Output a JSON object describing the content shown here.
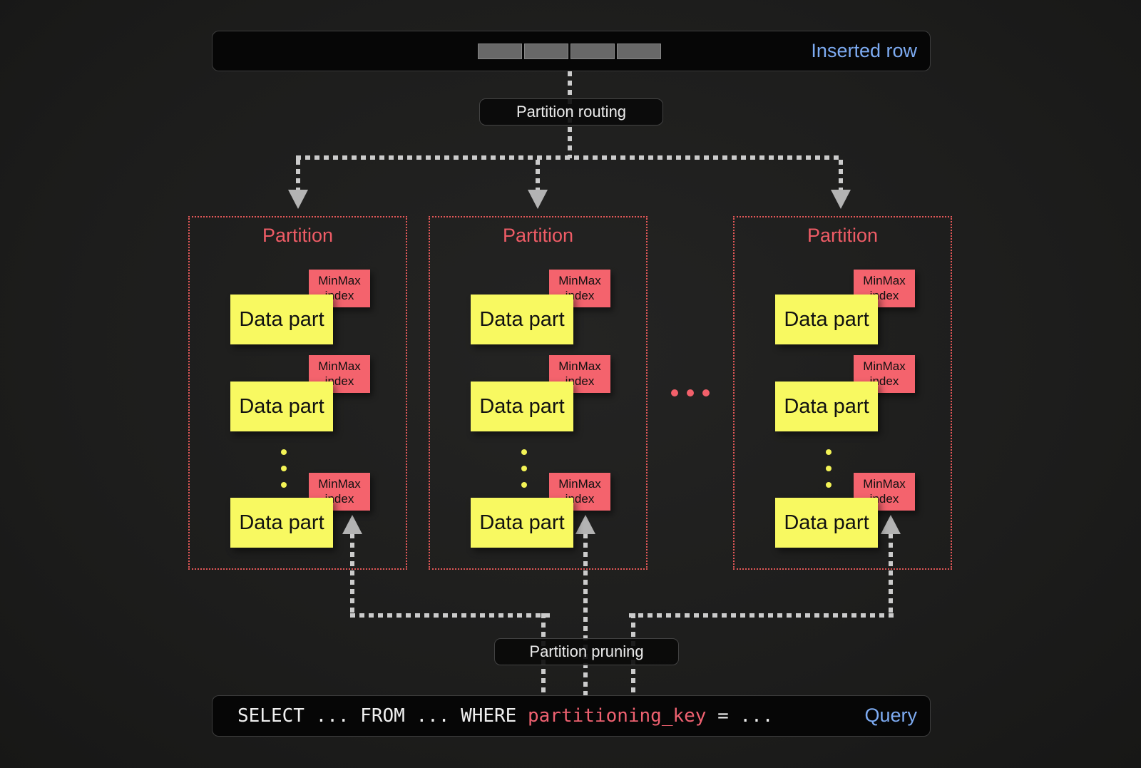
{
  "inserted_row": {
    "label": "Inserted row",
    "segment_count": 4
  },
  "labels": {
    "routing": "Partition routing",
    "pruning": "Partition pruning"
  },
  "partitions": [
    {
      "title": "Partition",
      "parts": [
        {
          "name": "Data part",
          "index": "MinMax index"
        },
        {
          "name": "Data part",
          "index": "MinMax index"
        },
        {
          "name": "Data part",
          "index": "MinMax index"
        }
      ]
    },
    {
      "title": "Partition",
      "parts": [
        {
          "name": "Data part",
          "index": "MinMax index"
        },
        {
          "name": "Data part",
          "index": "MinMax index"
        },
        {
          "name": "Data part",
          "index": "MinMax index"
        }
      ]
    },
    {
      "title": "Partition",
      "parts": [
        {
          "name": "Data part",
          "index": "MinMax index"
        },
        {
          "name": "Data part",
          "index": "MinMax index"
        },
        {
          "name": "Data part",
          "index": "MinMax index"
        }
      ]
    }
  ],
  "query": {
    "sql_before": "SELECT ... FROM ... WHERE ",
    "sql_key": "partitioning_key",
    "sql_after": " = ...",
    "label": "Query"
  },
  "colors": {
    "background": "#1e1e1d",
    "panel": "#060606",
    "accent_blue": "#7dabf2",
    "partition_red": "#ef5c66",
    "partition_border_red": "#e45858",
    "minmax_red": "#f4636d",
    "data_yellow": "#f8f961",
    "dash_gray": "#cbcbcb",
    "sql_key_red": "#ee6170"
  }
}
